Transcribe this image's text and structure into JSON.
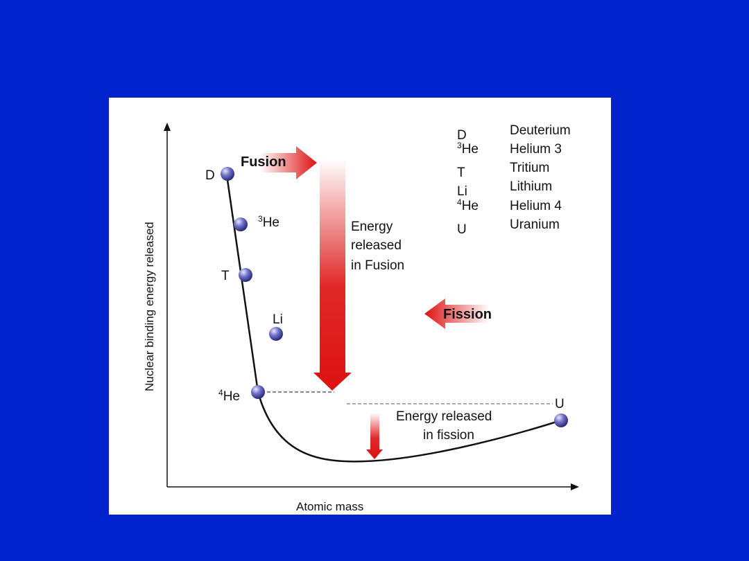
{
  "colors": {
    "background": "#0022cc",
    "panel": "#ffffff",
    "arrow_red": "#dd1111",
    "point_blue": "#3a3aa0"
  },
  "diagram": {
    "y_axis_label": "Nuclear binding energy released",
    "x_axis_label": "Atomic mass",
    "points": {
      "D": "D",
      "He3_sup": "3",
      "He3_base": "He",
      "T": "T",
      "Li": "Li",
      "He4_sup": "4",
      "He4_base": "He",
      "U": "U"
    },
    "fusion_label": "Fusion",
    "fission_label": "Fission",
    "fusion_energy": [
      "Energy",
      "released",
      "in Fusion"
    ],
    "fission_energy": [
      "Energy released",
      "in fission"
    ],
    "legend": [
      {
        "sym_sup": "",
        "sym": "D",
        "name": "Deuterium"
      },
      {
        "sym_sup": "3",
        "sym": "He",
        "name": "Helium 3"
      },
      {
        "sym_sup": "",
        "sym": "T",
        "name": "Tritium"
      },
      {
        "sym_sup": "",
        "sym": "Li",
        "name": "Lithium"
      },
      {
        "sym_sup": "4",
        "sym": "He",
        "name": "Helium 4"
      },
      {
        "sym_sup": "",
        "sym": "U",
        "name": "Uranium"
      }
    ]
  }
}
